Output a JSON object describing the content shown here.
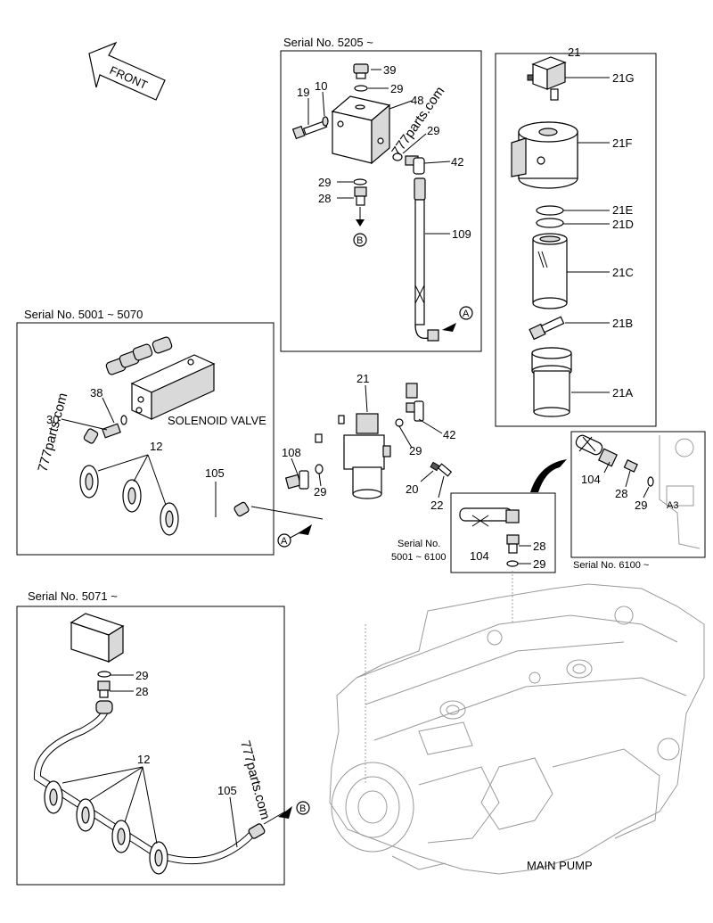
{
  "front_label": "FRONT",
  "panels": {
    "s5205": "Serial No. 5205 ~",
    "s5001_5070": "Serial No. 5001 ~ 5070",
    "s5071": "Serial No. 5071 ~",
    "s5001_6100_a": "Serial No.",
    "s5001_6100_b": "5001 ~ 6100",
    "s6100": "Serial No. 6100 ~"
  },
  "texts": {
    "solenoid_valve": "SOLENOID VALVE",
    "main_pump": "MAIN PUMP",
    "a3": "A3",
    "watermark": "777parts.com"
  },
  "callouts": {
    "c39": "39",
    "c29a": "29",
    "c48": "48",
    "c19": "19",
    "c10": "10",
    "c29b": "29",
    "c42a": "42",
    "c29c": "29",
    "c28a": "28",
    "c109": "109",
    "c21": "21",
    "c21g": "21G",
    "c21f": "21F",
    "c21e": "21E",
    "c21d": "21D",
    "c21c": "21C",
    "c21b": "21B",
    "c21a": "21A",
    "c38": "38",
    "c30": "30",
    "c12a": "12",
    "c105a": "105",
    "c108": "108",
    "c29d": "29",
    "c21m": "21",
    "c42b": "42",
    "c29e": "29",
    "c20": "20",
    "c22": "22",
    "c28b": "28",
    "c29f": "29",
    "c104a": "104",
    "c104b": "104",
    "c28c": "28",
    "c29g": "29",
    "c29h": "29",
    "c28d": "28",
    "c12b": "12",
    "c105b": "105"
  },
  "connectors": {
    "a1": "A",
    "a2": "A",
    "b1": "B",
    "b2": "B"
  },
  "colors": {
    "line": "#000000",
    "pump_outline": "#9a9a9a",
    "background": "#ffffff"
  }
}
